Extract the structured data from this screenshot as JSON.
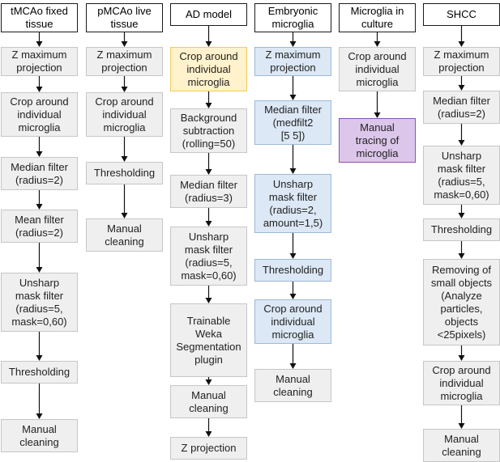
{
  "columns": [
    {
      "id": "tmcao",
      "header": "tMCAo fixed\ntissue",
      "steps": [
        {
          "label": "Z maximum\nprojection",
          "style": "gray"
        },
        {
          "label": "Crop around\nindividual\nmicroglia",
          "style": "gray"
        },
        {
          "label": "Median filter\n(radius=2)",
          "style": "gray"
        },
        {
          "label": "Mean filter\n(radius=2)",
          "style": "gray"
        },
        {
          "label": "Unsharp\nmask filter\n(radius=5,\nmask=0,60)",
          "style": "gray"
        },
        {
          "label": "Thresholding",
          "style": "gray"
        },
        {
          "label": "Manual\ncleaning",
          "style": "gray"
        }
      ]
    },
    {
      "id": "pmcao",
      "header": "pMCAo live\ntissue",
      "steps": [
        {
          "label": "Z maximum\nprojection",
          "style": "gray"
        },
        {
          "label": "Crop around\nindividual\nmicroglia",
          "style": "gray"
        },
        {
          "label": "Thresholding",
          "style": "gray"
        },
        {
          "label": "Manual\ncleaning",
          "style": "gray"
        }
      ]
    },
    {
      "id": "ad",
      "header": "AD model",
      "steps": [
        {
          "label": "Crop around\nindividual\nmicroglia",
          "style": "yellow"
        },
        {
          "label": "Background\nsubtraction\n(rolling=50)",
          "style": "gray"
        },
        {
          "label": "Median filter\n(radius=3)",
          "style": "gray"
        },
        {
          "label": "Unsharp\nmask filter\n(radius=5,\nmask=0,60)",
          "style": "gray"
        },
        {
          "label": "Trainable\nWeka\nSegmentation\nplugin",
          "style": "gray"
        },
        {
          "label": "Manual\ncleaning",
          "style": "gray"
        },
        {
          "label": "Z projection",
          "style": "gray"
        }
      ]
    },
    {
      "id": "embryonic",
      "header": "Embryonic\nmicroglia",
      "steps": [
        {
          "label": "Z maximum\nprojection",
          "style": "blue"
        },
        {
          "label": "Median filter\n(medfilt2\n[5 5])",
          "style": "blue"
        },
        {
          "label": "Unsharp\nmask filter\n(radius=2,\namount=1,5)",
          "style": "blue"
        },
        {
          "label": "Thresholding",
          "style": "blue"
        },
        {
          "label": "Crop around\nindividual\nmicroglia",
          "style": "blue"
        },
        {
          "label": "Manual\ncleaning",
          "style": "gray"
        }
      ]
    },
    {
      "id": "culture",
      "header": "Microglia in\nculture",
      "steps": [
        {
          "label": "Crop around\nindividual\nmicroglia",
          "style": "gray"
        },
        {
          "label": "Manual\ntracing of\nmicroglia",
          "style": "purple"
        }
      ]
    },
    {
      "id": "shcc",
      "header": "SHCC",
      "steps": [
        {
          "label": "Z maximum\nprojection",
          "style": "gray"
        },
        {
          "label": "Median filter\n(radius=2)",
          "style": "gray"
        },
        {
          "label": "Unsharp\nmask filter\n(radius=5,\nmask=0,60)",
          "style": "gray"
        },
        {
          "label": "Thresholding",
          "style": "gray"
        },
        {
          "label": "Removing of\nsmall objects\n(Analyze\nparticles,\nobjects\n<25pixels)",
          "style": "gray"
        },
        {
          "label": "Crop around\nindividual\nmicroglia",
          "style": "gray"
        },
        {
          "label": "Manual\ncleaning",
          "style": "gray"
        }
      ]
    }
  ]
}
